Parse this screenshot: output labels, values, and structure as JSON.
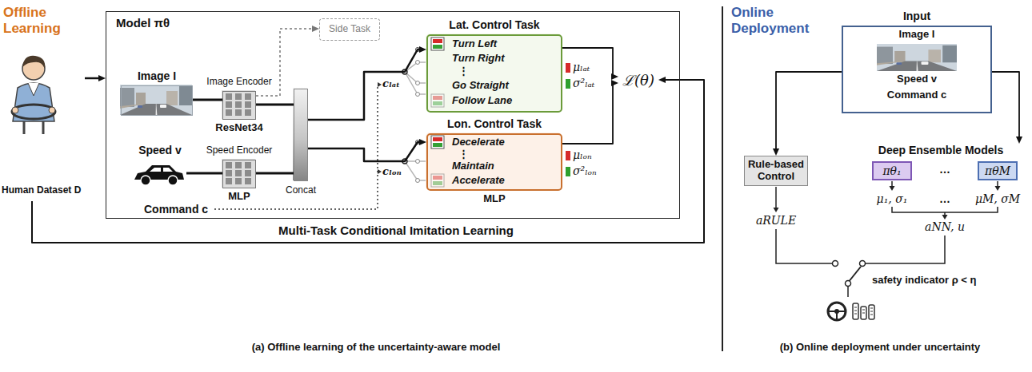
{
  "diagram": {
    "nodes": [
      {
        "text": [
          "Human Dataset D"
        ]
      },
      {
        "text": [
          "Model πθ"
        ]
      },
      {
        "text": [
          "Image I"
        ],
        "in": 1
      },
      {
        "text": [
          "Image Encoder",
          "ResNet34"
        ],
        "in": 1
      },
      {
        "text": [
          "Side Task"
        ],
        "in": 1
      },
      {
        "text": [
          "Speed v"
        ],
        "in": 1
      },
      {
        "text": [
          "Speed Encoder",
          "MLP"
        ],
        "in": 1
      },
      {
        "text": [
          "Concat"
        ],
        "in": 1
      },
      {
        "text": [
          "Lat. Control Task",
          "Turn Left",
          "Turn Right",
          "⋮",
          "Go Straight",
          "Follow Lane"
        ],
        "in": 1
      },
      {
        "text": [
          "Lon. Control Task",
          "Decelerate",
          "⋮",
          "Maintain",
          "Accelerate",
          "MLP"
        ],
        "in": 1
      },
      {
        "text": [
          "ℒ(θ)"
        ],
        "in": 1
      },
      {
        "text": [
          "Input",
          "Image I",
          "Speed v",
          "Command c"
        ]
      },
      {
        "text": [
          "Rule-based Control"
        ]
      },
      {
        "text": [
          "Deep Ensemble Models"
        ]
      },
      {
        "text": [
          "πθ₁"
        ],
        "in": 13
      },
      {
        "text": [
          "πθM"
        ],
        "in": 13
      }
    ],
    "edges": [
      {
        "from": 0,
        "to": 1,
        "arrow": "to"
      },
      {
        "from": 2,
        "to": 3,
        "arrow": "none"
      },
      {
        "from": 3,
        "to": 4,
        "arrow": "to"
      },
      {
        "from": 5,
        "to": 6,
        "arrow": "none"
      },
      {
        "from": 3,
        "to": 7,
        "arrow": "none"
      },
      {
        "from": 6,
        "to": 7,
        "arrow": "none"
      },
      {
        "from": 7,
        "to": 8,
        "arrow": "to"
      },
      {
        "from": 7,
        "to": 9,
        "arrow": "to"
      },
      {
        "from": 8,
        "to": 10,
        "arrow": "to"
      },
      {
        "from": 9,
        "to": 10,
        "arrow": "to"
      },
      {
        "from": 0,
        "to": 10,
        "arrow": "to",
        "label": "Multi-Task Conditional Imitation Learning"
      },
      {
        "from": 11,
        "to": 12,
        "arrow": "to"
      },
      {
        "from": 11,
        "to": 13,
        "arrow": "to"
      }
    ],
    "labels": [
      "Offline Learning",
      "Command c",
      "cₗₐₜ",
      "cₗₒₙ",
      "μₗₐₜ",
      "σ²ₗₐₜ",
      "μₗₒₙ",
      "σ²ₗₒₙ",
      "(a) Offline learning of the uncertainty-aware model",
      "Online Deployment",
      "…",
      "μ₁, σ₁",
      "…",
      "μM, σM",
      "aRULE",
      "aNN, u",
      "safety indicator ρ < η",
      "(b) Online deployment under uncertainty"
    ]
  }
}
